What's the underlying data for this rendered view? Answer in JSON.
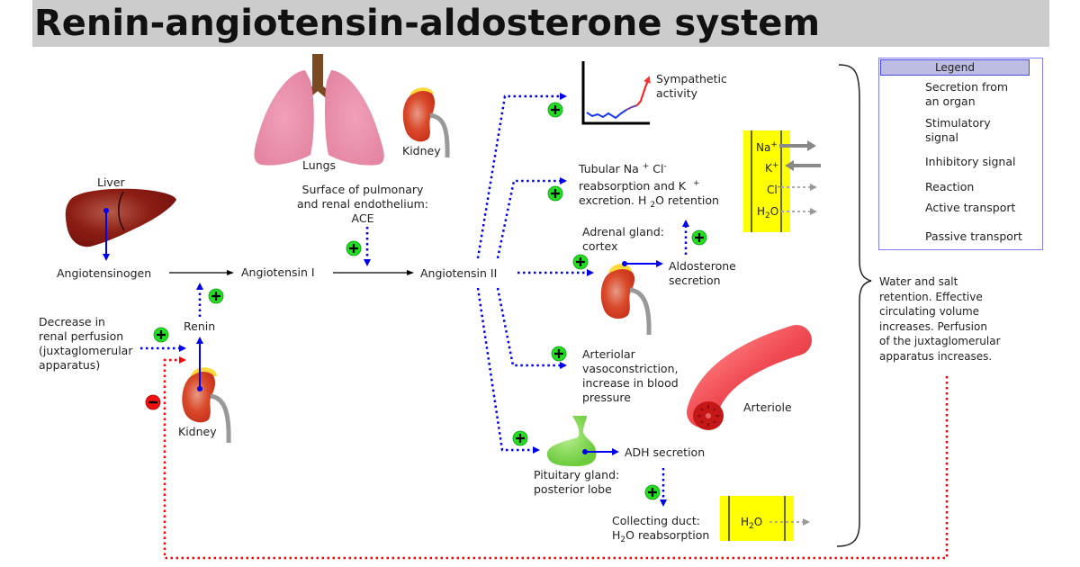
{
  "title": "Renin-angiotensin-aldosterone system",
  "organs": {
    "lungs": "Lungs",
    "kidney_top": "Kidney",
    "liver": "Liver",
    "kidney_bottom": "Kidney",
    "arteriole": "Arteriole"
  },
  "nodes": {
    "angiotensinogen": "Angiotensinogen",
    "angiotensin_1": "Angiotensin I",
    "angiotensin_2": "Angiotensin II",
    "renin": "Renin",
    "ace_line1": "Surface of pulmonary",
    "ace_line2": "and renal endothelium:",
    "ace_line3": "ACE",
    "perfusion_line1": "Decrease in",
    "perfusion_line2": "renal perfusion",
    "perfusion_line3": "(juxtaglomerular",
    "perfusion_line4": "apparatus)"
  },
  "effects": {
    "sympathetic_line1": "Sympathetic",
    "sympathetic_line2": "activity",
    "tubular_line1_a": "Tubular Na",
    "tubular_line1_sup": "+",
    "tubular_line1_b": " Cl",
    "tubular_line1_sup2": "-",
    "tubular_line2_a": "reabsorption and K",
    "tubular_line2_sup": "+",
    "tubular_line3_a": "excretion. H",
    "tubular_line3_sub": "2",
    "tubular_line3_b": "O retention",
    "adrenal_line1": "Adrenal gland:",
    "adrenal_line2": "cortex",
    "aldosterone_line1": "Aldosterone",
    "aldosterone_line2": "secretion",
    "arteriolar_line1": "Arteriolar",
    "arteriolar_line2": "vasoconstriction,",
    "arteriolar_line3": "increase in blood",
    "arteriolar_line4": "pressure",
    "adh": "ADH secretion",
    "pituitary_line1": "Pituitary gland:",
    "pituitary_line2": "posterior lobe",
    "collecting_line1": "Collecting duct:",
    "collecting_line2_a": "H",
    "collecting_line2_sub": "2",
    "collecting_line2_b": "O reabsorption"
  },
  "membrane_top": {
    "na": "Na",
    "na_sup": "+",
    "k": "K",
    "k_sup": "+",
    "cl": "Cl",
    "cl_sup": "-",
    "h2o_a": "H",
    "h2o_sub": "2",
    "h2o_b": "O"
  },
  "membrane_bottom": {
    "h2o_a": "H",
    "h2o_sub": "2",
    "h2o_b": "O"
  },
  "outcome": {
    "line1": "Water and salt",
    "line2": "retention. Effective",
    "line3": "circulating volume",
    "line4": "increases. Perfusion",
    "line5": "of the juxtaglomerular",
    "line6": "apparatus increases."
  },
  "legend": {
    "title": "Legend",
    "items": [
      {
        "line1": "Secretion from",
        "line2": "an organ"
      },
      {
        "line1": "Stimulatory",
        "line2": "signal"
      },
      {
        "line1": "Inhibitory signal"
      },
      {
        "line1": "Reaction"
      },
      {
        "line1": "Active transport"
      },
      {
        "line1": "Passive transport"
      }
    ]
  },
  "colors": {
    "title_bar": "#cccccc",
    "secretion": "#0000ee",
    "stimulatory": "#0000ee",
    "inhibitory": "#ff0000",
    "reaction": "#000000",
    "transport": "#888888",
    "plus_badge": "#22dd22",
    "minus_badge": "#ee1111",
    "membrane": "#ffff00"
  }
}
